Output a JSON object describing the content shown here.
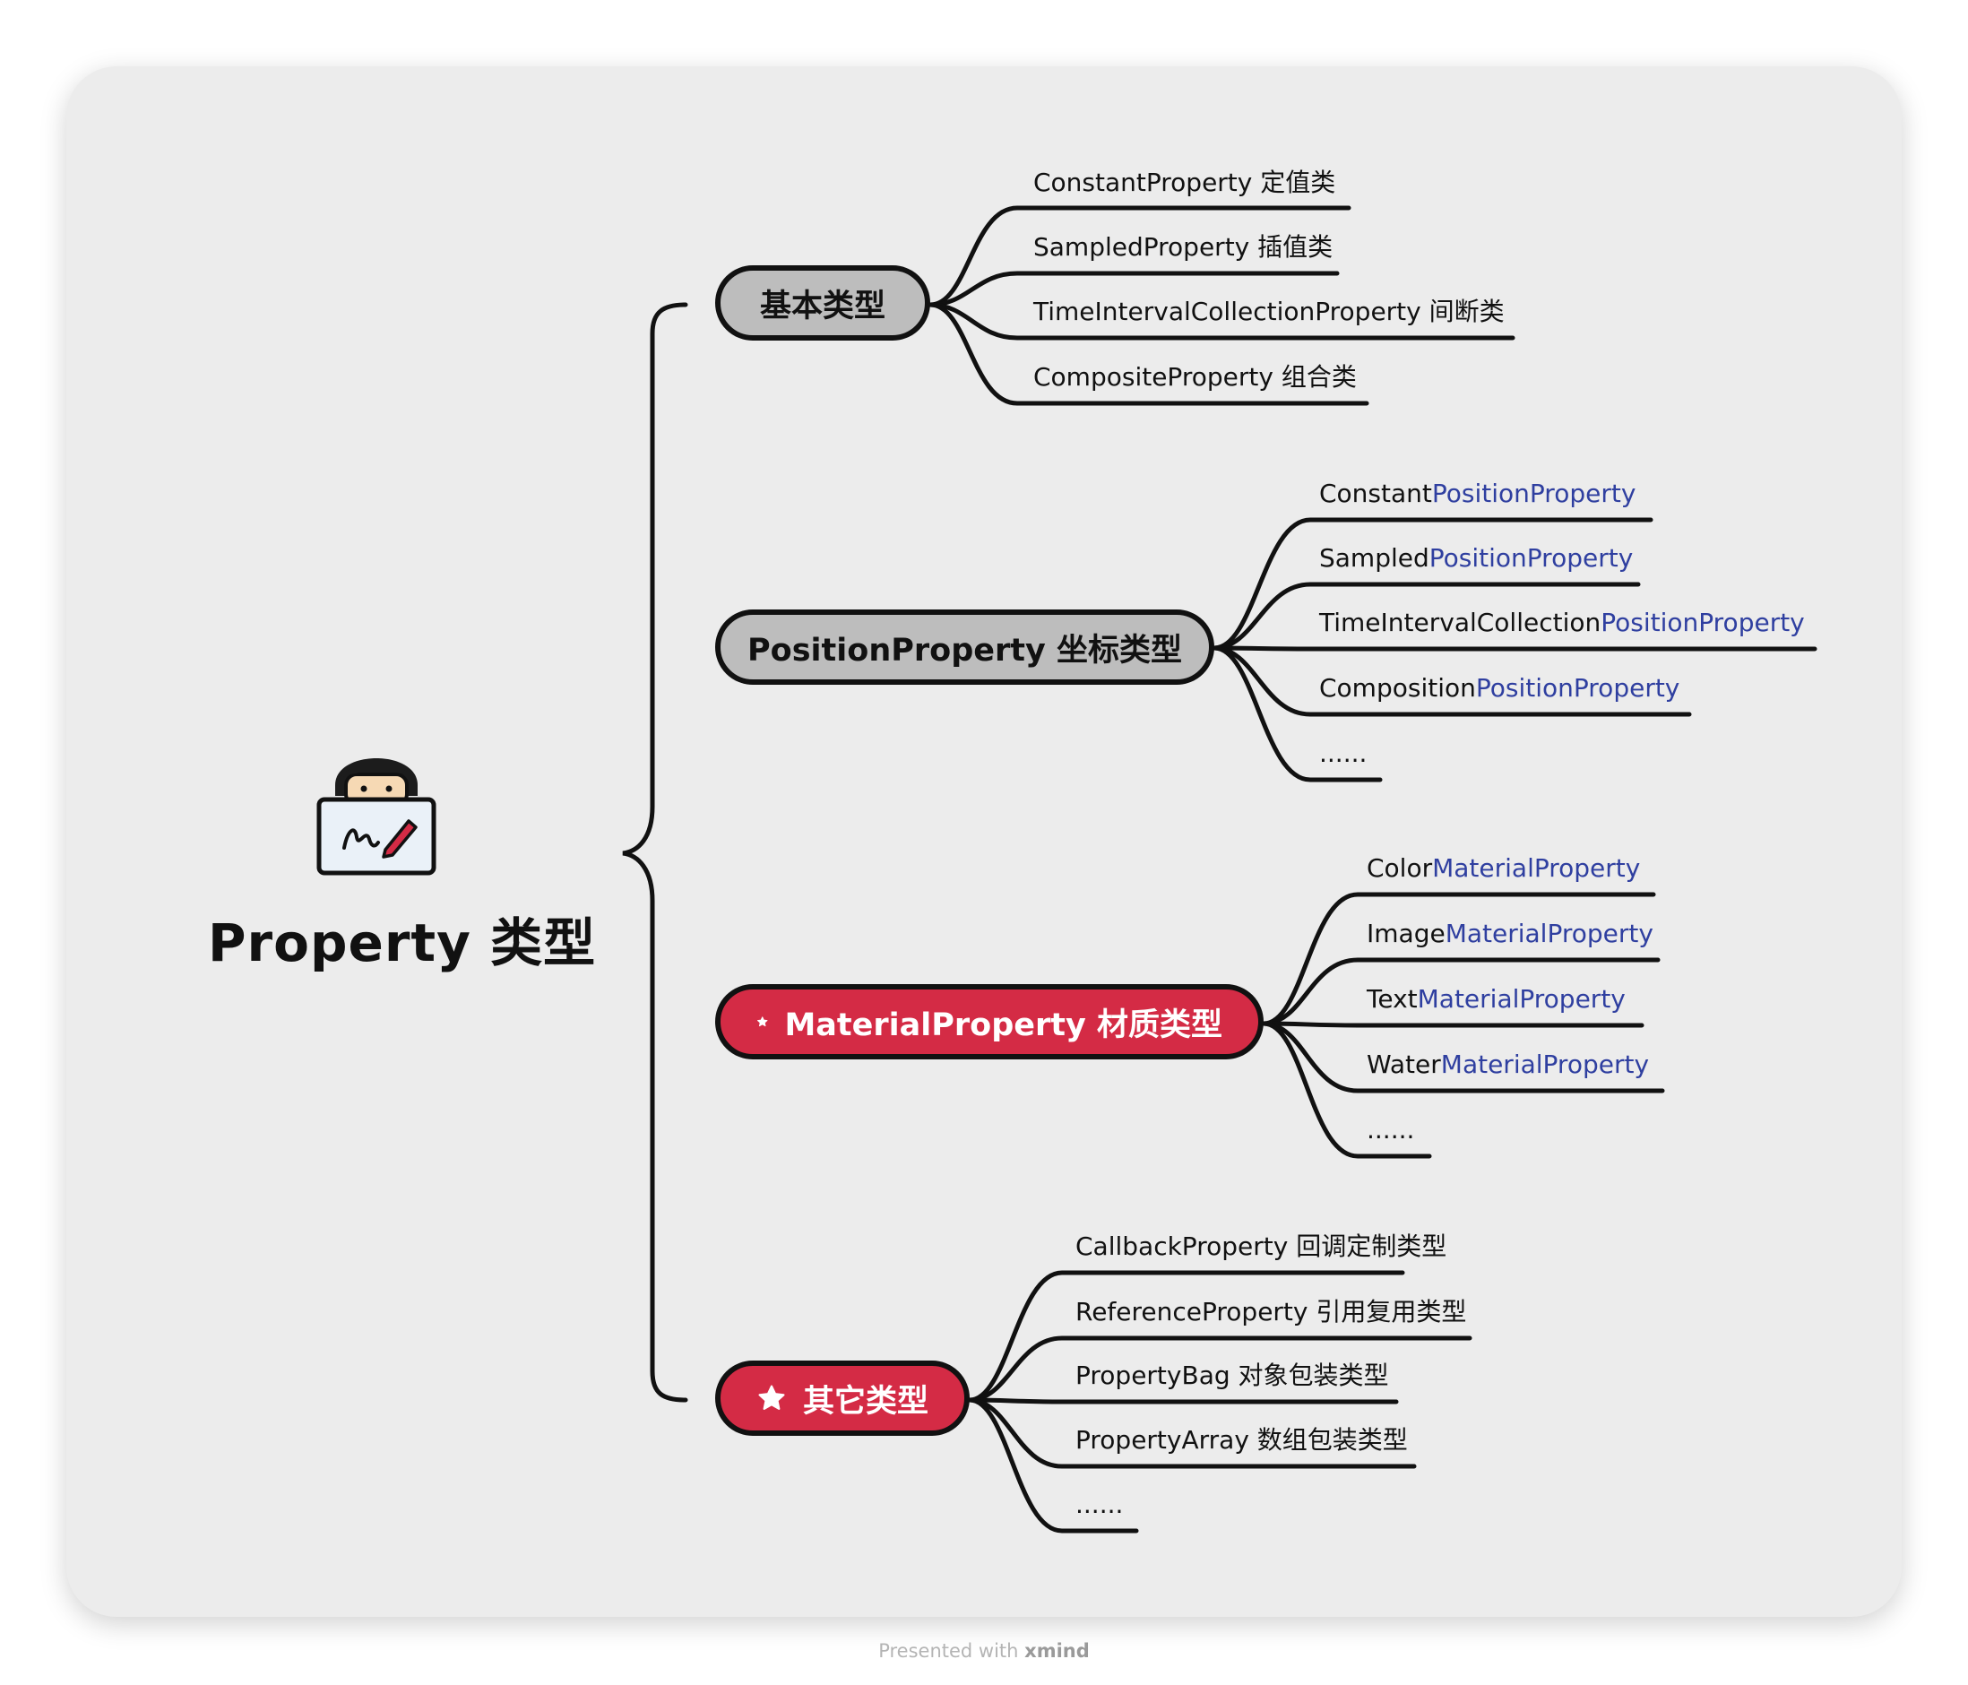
{
  "root": {
    "title": "Property 类型"
  },
  "branches": [
    {
      "label": "基本类型",
      "style": "gray",
      "leaves": [
        {
          "text": "ConstantProperty 定值类",
          "suffix": ""
        },
        {
          "text": "SampledProperty 插值类",
          "suffix": ""
        },
        {
          "text": "TimeIntervalCollectionProperty 间断类",
          "suffix": ""
        },
        {
          "text": "CompositeProperty 组合类",
          "suffix": ""
        }
      ]
    },
    {
      "label": "PositionProperty 坐标类型",
      "style": "gray",
      "leaves": [
        {
          "text": "Constant",
          "suffix": "PositionProperty"
        },
        {
          "text": "Sampled",
          "suffix": "PositionProperty"
        },
        {
          "text": "TimeIntervalCollection",
          "suffix": "PositionProperty"
        },
        {
          "text": "Composition",
          "suffix": "PositionProperty"
        },
        {
          "text": "......",
          "suffix": ""
        }
      ]
    },
    {
      "label": "MaterialProperty 材质类型",
      "style": "red",
      "starred": true,
      "leaves": [
        {
          "text": "Color",
          "suffix": "MaterialProperty"
        },
        {
          "text": "Image",
          "suffix": "MaterialProperty"
        },
        {
          "text": "Text",
          "suffix": "MaterialProperty"
        },
        {
          "text": "Water",
          "suffix": "MaterialProperty"
        },
        {
          "text": "......",
          "suffix": ""
        }
      ]
    },
    {
      "label": "其它类型",
      "style": "red",
      "starred": true,
      "leaves": [
        {
          "text": "CallbackProperty 回调定制类型",
          "suffix": ""
        },
        {
          "text": "ReferenceProperty 引用复用类型",
          "suffix": ""
        },
        {
          "text": "PropertyBag 对象包装类型",
          "suffix": ""
        },
        {
          "text": "PropertyArray 数组包装类型",
          "suffix": ""
        },
        {
          "text": "......",
          "suffix": ""
        }
      ]
    }
  ],
  "footer": {
    "prefix": "Presented with",
    "brand": "xmind"
  },
  "colors": {
    "background": "#ececec",
    "gray_node": "#bdbdbd",
    "red_node": "#d42b45",
    "highlight_text": "#2f3fa0"
  },
  "icons": {
    "avatar": "person-with-tablet-icon",
    "star": "star-icon"
  }
}
